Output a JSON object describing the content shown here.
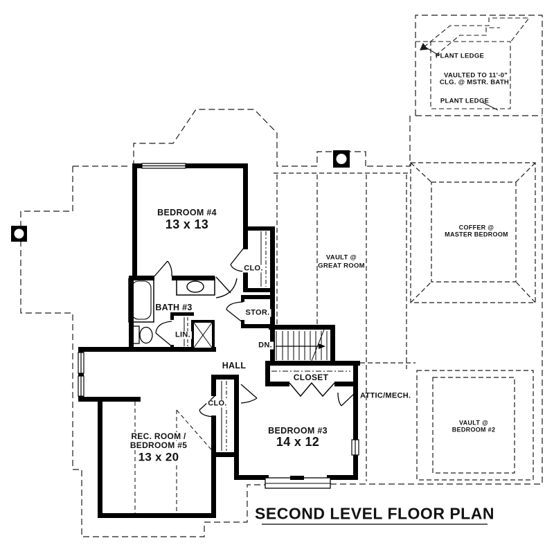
{
  "drawing": {
    "title": "SECOND LEVEL FLOOR PLAN",
    "rooms": {
      "bedroom4": {
        "name": "BEDROOM #4",
        "dims": "13 x 13"
      },
      "bath3": {
        "name": "BATH #3"
      },
      "closet_b4": {
        "name": "CLO."
      },
      "storage": {
        "name": "STOR."
      },
      "linen": {
        "name": "LIN."
      },
      "hall": {
        "name": "HALL"
      },
      "closet_b3": {
        "name": "CLOSET"
      },
      "attic": {
        "name": "ATTIC/MECH."
      },
      "bedroom3": {
        "name": "BEDROOM #3",
        "dims": "14 x 12"
      },
      "closet_rec": {
        "name": "CLO."
      },
      "rec_room": {
        "name_line1": "REC. ROOM /",
        "name_line2": "BEDROOM #5",
        "dims": "13 x 20"
      }
    },
    "stairs": {
      "label": "DN."
    },
    "ceiling_annotations": {
      "plant_ledge_upper": "PLANT LEDGE",
      "mstr_bath_vault_line1": "VAULTED TO 11'-0\"",
      "mstr_bath_vault_line2": "CLG. @ MSTR. BATH",
      "plant_ledge_lower": "PLANT LEDGE",
      "coffer_line1": "COFFER @",
      "coffer_line2": "MASTER BEDROOM",
      "great_room_line1": "VAULT @",
      "great_room_line2": "GREAT ROOM",
      "bedroom2_line1": "VAULT @",
      "bedroom2_line2": "BEDROOM #2"
    },
    "colors": {
      "ink": "#000000",
      "paper": "#ffffff"
    }
  }
}
